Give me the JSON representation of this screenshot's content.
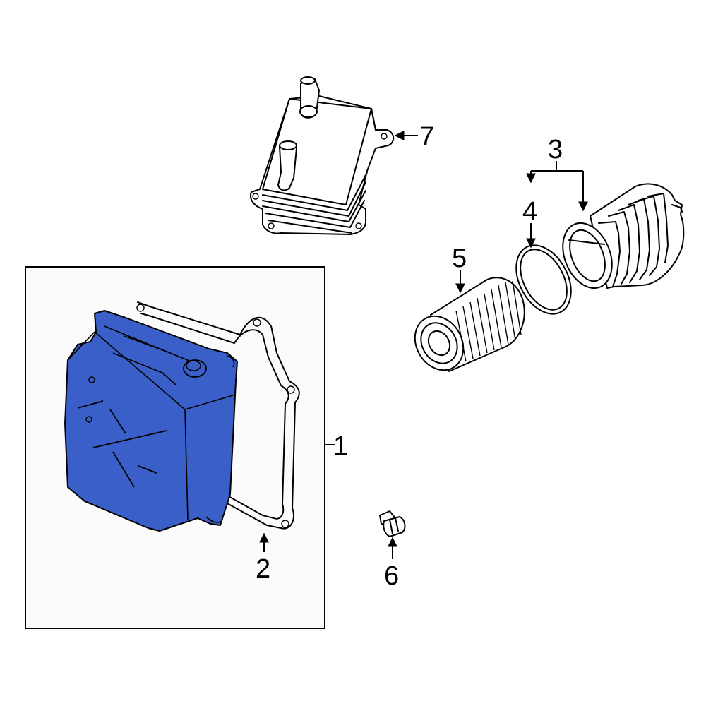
{
  "callouts": {
    "c1": "1",
    "c2": "2",
    "c3": "3",
    "c4": "4",
    "c5": "5",
    "c6": "6",
    "c7": "7"
  },
  "colors": {
    "highlight": "#3a5fc8",
    "line": "#000000",
    "frame_fill": "#fbfbfb"
  }
}
